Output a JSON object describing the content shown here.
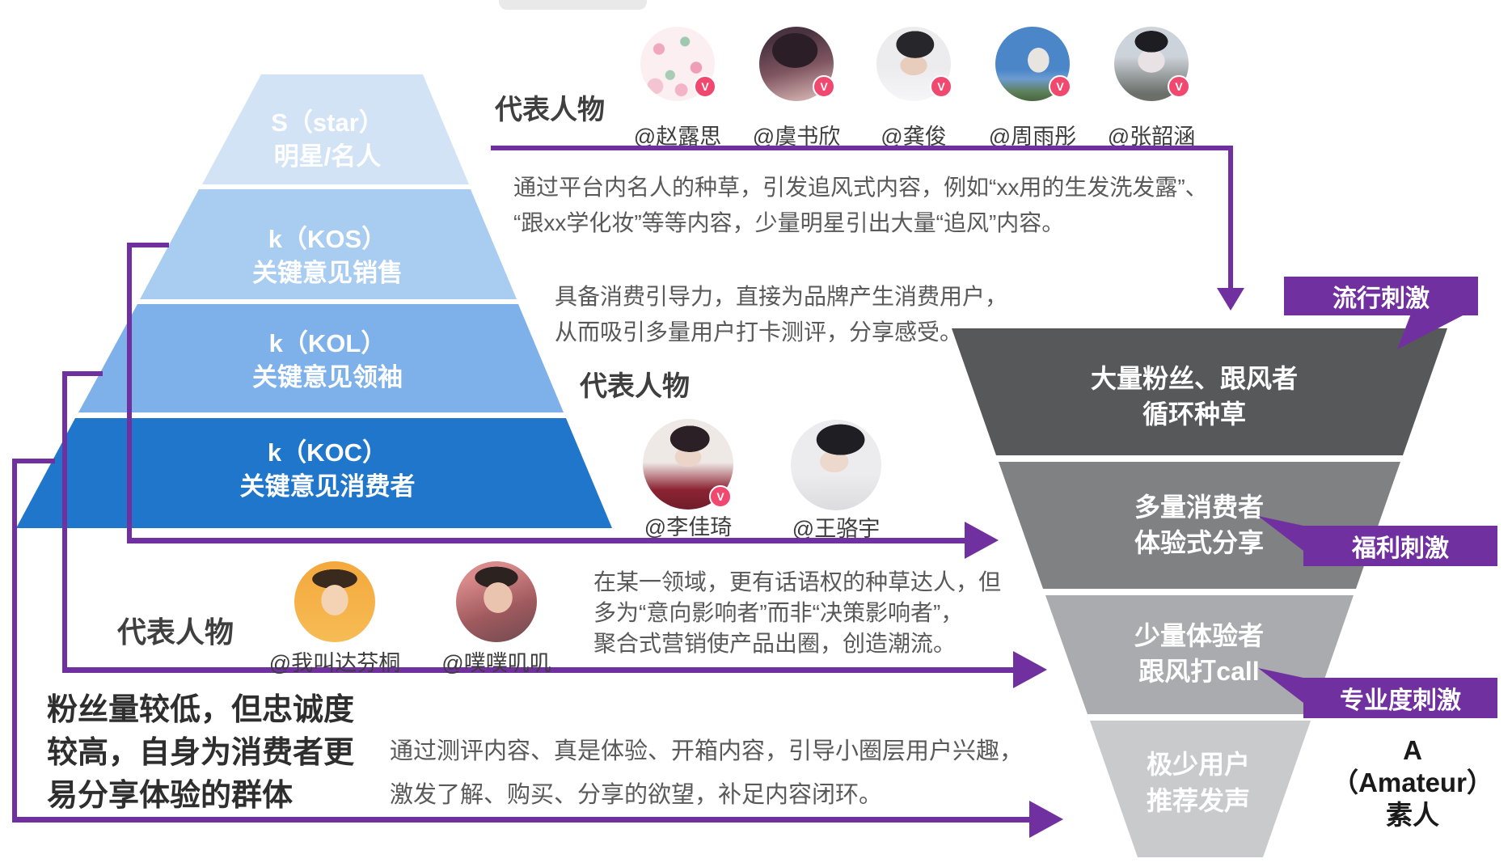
{
  "colors": {
    "purple": "#7030A0",
    "badge": "#F0486E",
    "tier-star": "#D3E3F6",
    "tier-kos": "#A9CCF1",
    "tier-kol": "#7EB1EA",
    "tier-koc": "#1F76CB",
    "funnel-1": "#57585A",
    "funnel-2": "#7F8183",
    "funnel-3": "#A9ABAE",
    "funnel-4": "#C9CACC",
    "text-dark": "#3F3F3F",
    "text-gray": "#595959",
    "text-black": "#2E2E2E"
  },
  "verified_glyph": "V",
  "pyramid": {
    "tiers": [
      {
        "id": "star",
        "line1": "S（star）",
        "line2": "明星/名人"
      },
      {
        "id": "kos",
        "line1": "k（KOS）",
        "line2": "关键意见销售"
      },
      {
        "id": "kol",
        "line1": "k（KOL）",
        "line2": "关键意见领袖"
      },
      {
        "id": "koc",
        "line1": "k（KOC）",
        "line2": "关键意见消费者"
      }
    ]
  },
  "sections": {
    "star": {
      "rep_label": "代表人物",
      "people": [
        {
          "handle": "@赵露思",
          "verified": true
        },
        {
          "handle": "@虞书欣",
          "verified": true
        },
        {
          "handle": "@龚俊",
          "verified": true
        },
        {
          "handle": "@周雨彤",
          "verified": true
        },
        {
          "handle": "@张韶涵",
          "verified": true
        }
      ],
      "desc_line1": "通过平台内名人的种草，引发追风式内容，例如“xx用的生发洗发露”、",
      "desc_line2": "“跟xx学化妆”等等内容，少量明星引出大量“追风”内容。"
    },
    "kos": {
      "rep_label": "代表人物",
      "people": [
        {
          "handle": "@李佳琦",
          "verified": true
        },
        {
          "handle": "@王骆宇",
          "verified": false
        }
      ],
      "desc_line1": "具备消费引导力，直接为品牌产生消费用户，",
      "desc_line2": "从而吸引多量用户打卡测评，分享感受。"
    },
    "kol": {
      "desc_line1": "在某一领域，更有话语权的种草达人，但",
      "desc_line2": "多为“意向影响者”而非“决策影响者”，",
      "desc_line3": "聚合式营销使产品出圈，创造潮流。"
    },
    "koc": {
      "rep_label": "代表人物",
      "people": [
        {
          "handle": "@我叫达芬桐",
          "verified": false
        },
        {
          "handle": "@噗噗叽叽",
          "verified": false
        }
      ],
      "note_line1": "粉丝量较低，但忠诚度",
      "note_line2": "较高，自身为消费者更",
      "note_line3": "易分享体验的群体",
      "desc_line1": "通过测评内容、真是体验、开箱内容，引导小圈层用户兴趣，",
      "desc_line2": "激发了解、购买、分享的欲望，补足内容闭环。"
    }
  },
  "funnel": {
    "tiers": [
      {
        "line1": "大量粉丝、跟风者",
        "line2": "循环种草"
      },
      {
        "line1": "多量消费者",
        "line2": "体验式分享"
      },
      {
        "line1": "少量体验者",
        "line2": "跟风打call"
      },
      {
        "line1": "极少用户",
        "line2": "推荐发声"
      }
    ],
    "ribbons": [
      {
        "label": "流行刺激"
      },
      {
        "label": "福利刺激"
      },
      {
        "label": "专业度刺激"
      }
    ],
    "amateur_line1": "A",
    "amateur_line2": "（Amateur）",
    "amateur_line3": "素人"
  }
}
